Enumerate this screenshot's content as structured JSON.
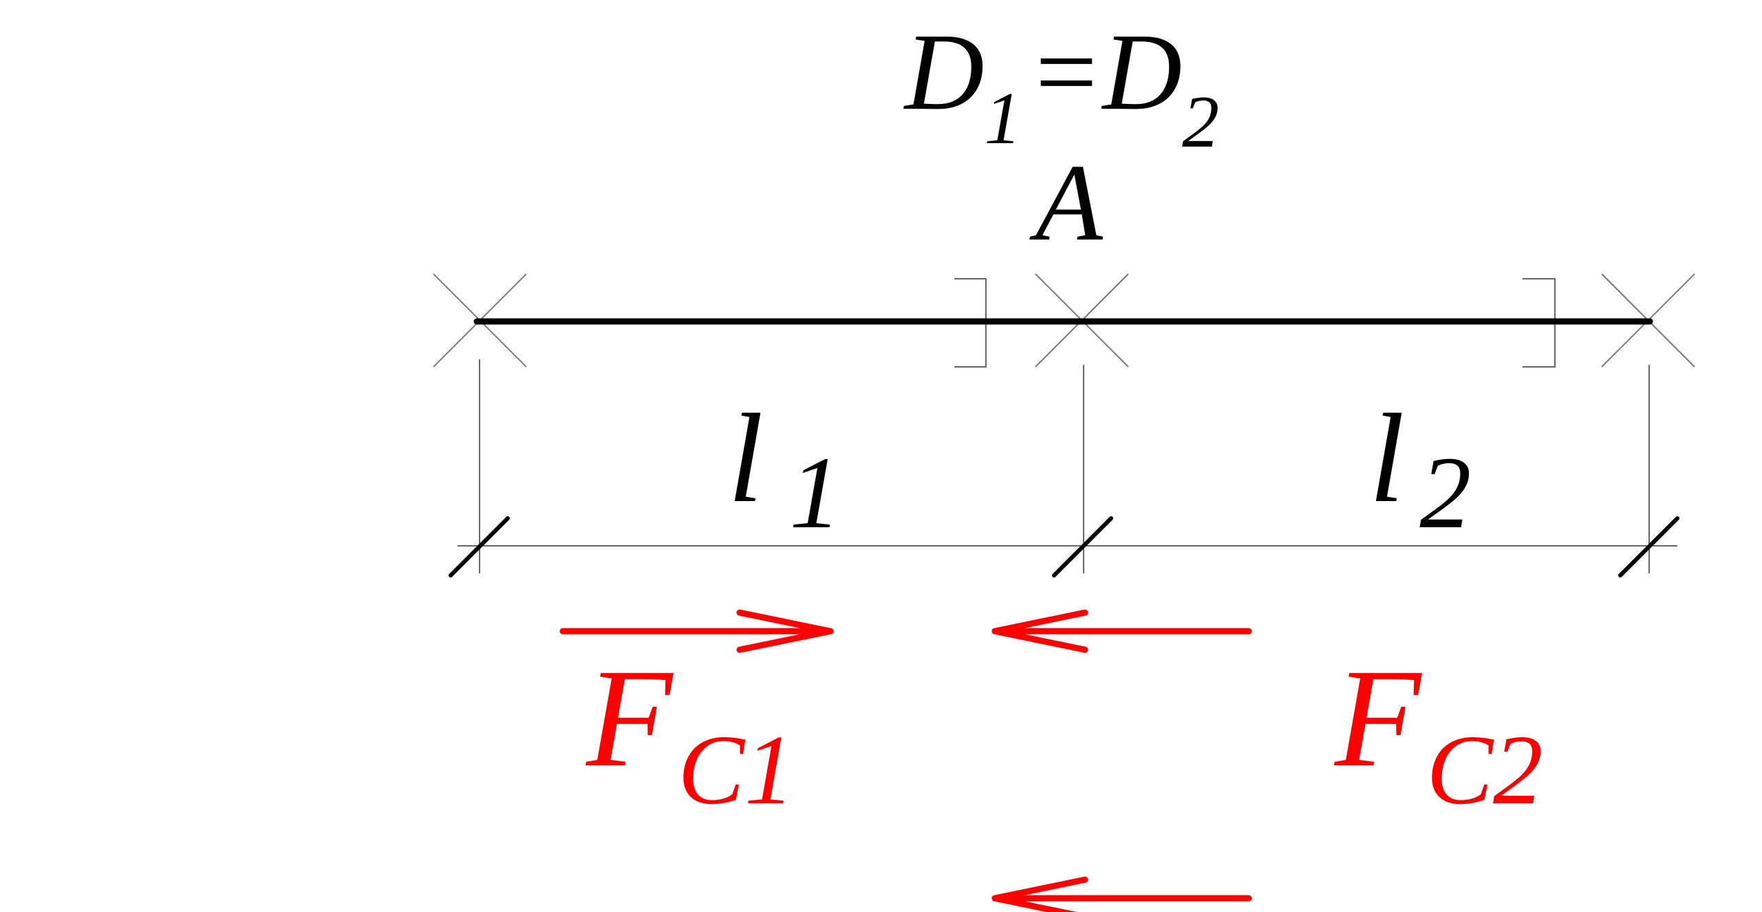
{
  "colors": {
    "beam": "#000000",
    "thin_line": "#555555",
    "force": "#ff0000",
    "text": "#000000"
  },
  "equation": {
    "d1": "D",
    "d1_sub": "1",
    "equals": "=",
    "d2": "D",
    "d2_sub": "2"
  },
  "node_label": "A",
  "spans": [
    {
      "symbol": "l",
      "sub": "1"
    },
    {
      "symbol": "l",
      "sub": "2"
    }
  ],
  "forces": [
    {
      "symbol": "F",
      "sub": "C1",
      "direction": "right"
    },
    {
      "symbol": "F",
      "sub": "C2",
      "direction": "left"
    }
  ],
  "extra_arrow": {
    "direction": "left"
  }
}
